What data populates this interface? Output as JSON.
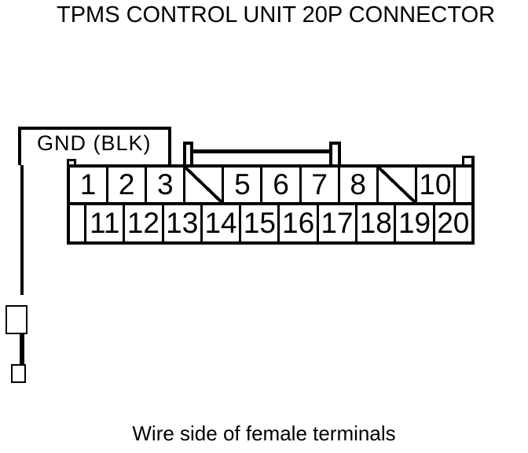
{
  "title": "TPMS CONTROL UNIT 20P CONNECTOR",
  "caption": "Wire side of female terminals",
  "connector": {
    "wire_label": "GND (BLK)",
    "top_row": [
      {
        "type": "pin",
        "label": "1"
      },
      {
        "type": "pin",
        "label": "2"
      },
      {
        "type": "pin",
        "label": "3"
      },
      {
        "type": "blocked",
        "label": ""
      },
      {
        "type": "pin",
        "label": "5"
      },
      {
        "type": "pin",
        "label": "6"
      },
      {
        "type": "pin",
        "label": "7"
      },
      {
        "type": "pin",
        "label": "8"
      },
      {
        "type": "blocked",
        "label": ""
      },
      {
        "type": "pin",
        "label": "10"
      }
    ],
    "bottom_row": [
      {
        "type": "blank",
        "label": ""
      },
      {
        "type": "pin",
        "label": "11"
      },
      {
        "type": "pin",
        "label": "12"
      },
      {
        "type": "pin",
        "label": "13"
      },
      {
        "type": "pin",
        "label": "14"
      },
      {
        "type": "pin",
        "label": "15"
      },
      {
        "type": "pin",
        "label": "16"
      },
      {
        "type": "pin",
        "label": "17"
      },
      {
        "type": "pin",
        "label": "18"
      },
      {
        "type": "pin",
        "label": "19"
      },
      {
        "type": "pin",
        "label": "20"
      }
    ]
  },
  "colors": {
    "line": "#000000",
    "background": "#ffffff"
  }
}
